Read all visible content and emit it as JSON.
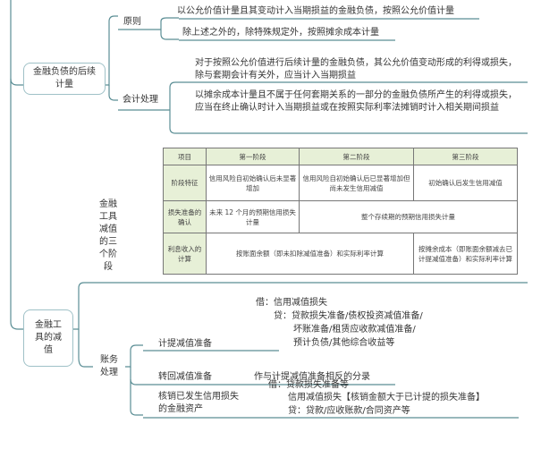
{
  "colors": {
    "connector": "#5b8e95",
    "node_border": "#9fc1c7",
    "table_header_bg": "#e7f0d7"
  },
  "section1": {
    "root": "金融负债的后续计量",
    "principle": {
      "label": "原则",
      "items": [
        "以公允价值计量且其变动计入当期损益的金融负债，按照公允价值计量",
        "除上述之外的，除特殊规定外，按照摊余成本计量"
      ]
    },
    "accounting": {
      "label": "会计处理",
      "items": [
        "对于按照公允价值进行后续计量的金融负债，其公允价值变动形成的利得或损失，除与套期会计有关外，应当计入当期损益",
        "以摊余成本计量且不属于任何套期关系的一部分的金融负债所产生的利得或损失，应当在终止确认时计入当期损益或在按照实际利率法摊销时计入相关期间损益"
      ]
    }
  },
  "section2": {
    "root": "金融工具的减值",
    "three_stages": {
      "label": "金融工具减值的三个阶段",
      "table": {
        "headers": [
          "项目",
          "第一阶段",
          "第二阶段",
          "第三阶段"
        ],
        "rows": [
          {
            "item": "阶段特征",
            "stage1": "信用风险自初始确认后未显著增加",
            "stage2": "信用风险自初始确认后已显著增加但尚未发生信用减值",
            "stage3": "初始确认后发生信用减值"
          },
          {
            "item": "损失准备的确认",
            "stage1": "未来 12 个月的预期信用损失计量",
            "stage23": "整个存续期的预期信用损失计量"
          },
          {
            "item": "利息收入的计算",
            "stage12": "按账面余额（即未扣除减值准备）和实际利率计算",
            "stage3": "按摊余成本（即账面余额减去已计提减值准备）和实际利率计算"
          }
        ]
      }
    },
    "accounting": {
      "label": "账务处理",
      "provision": {
        "label": "计提减值准备",
        "debit": "借：信用减值损失",
        "credit_1": "贷：贷款损失准备/债权投资减值准备/",
        "credit_2": "坏账准备/租赁应收款减值准备/",
        "credit_3": "预计负债/其他综合收益等"
      },
      "reversal": {
        "label": "转回减值准备",
        "text": "作与计提减值准备相反的分录"
      },
      "writeoff": {
        "label": "核销已发生信用损失的金融资产",
        "debit": "借：贷款损失准备等",
        "debit_2": "信用减值损失【核销金额大于已计提的损失准备】",
        "credit": "贷：贷款/应收账款/合同资产等"
      }
    }
  }
}
